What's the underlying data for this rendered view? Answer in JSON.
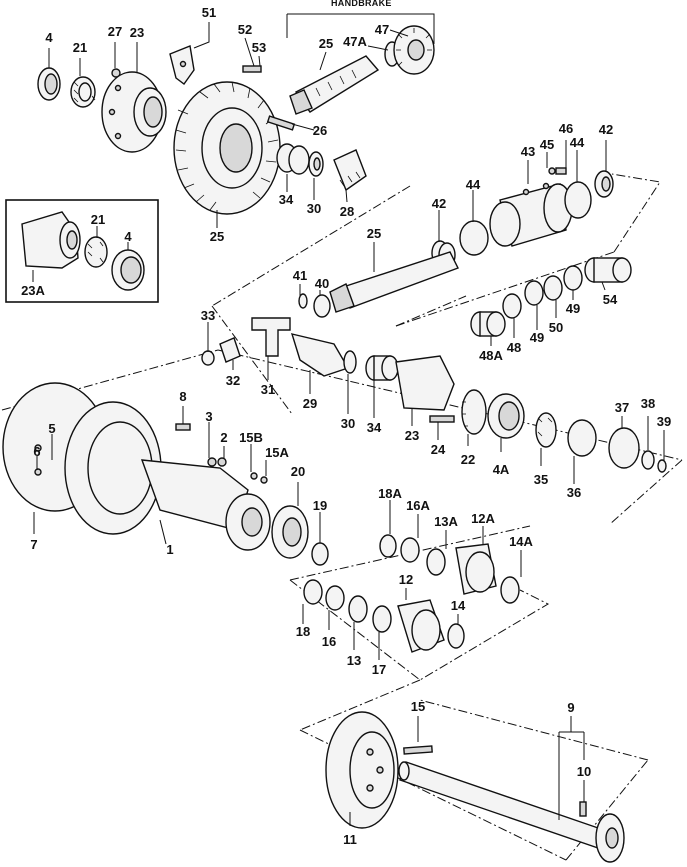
{
  "diagram": {
    "heading": "HANDBRAKE",
    "callouts": [
      {
        "id": "c-4a-top",
        "label": "4"
      },
      {
        "id": "c-21-top",
        "label": "21"
      },
      {
        "id": "c-27",
        "label": "27"
      },
      {
        "id": "c-23",
        "label": "23"
      },
      {
        "id": "c-51",
        "label": "51"
      },
      {
        "id": "c-52",
        "label": "52"
      },
      {
        "id": "c-53",
        "label": "53"
      },
      {
        "id": "c-25-top",
        "label": "25"
      },
      {
        "id": "c-47a",
        "label": "47A"
      },
      {
        "id": "c-47",
        "label": "47"
      },
      {
        "id": "c-26",
        "label": "26"
      },
      {
        "id": "c-34-top",
        "label": "34"
      },
      {
        "id": "c-30-top",
        "label": "30"
      },
      {
        "id": "c-28",
        "label": "28"
      },
      {
        "id": "c-25-ring",
        "label": "25"
      },
      {
        "id": "c-21-inset",
        "label": "21"
      },
      {
        "id": "c-4-inset",
        "label": "4"
      },
      {
        "id": "c-23a",
        "label": "23A"
      },
      {
        "id": "c-43",
        "label": "43"
      },
      {
        "id": "c-45",
        "label": "45"
      },
      {
        "id": "c-46",
        "label": "46"
      },
      {
        "id": "c-44-right",
        "label": "44"
      },
      {
        "id": "c-42-right",
        "label": "42"
      },
      {
        "id": "c-44-left",
        "label": "44"
      },
      {
        "id": "c-42-left",
        "label": "42"
      },
      {
        "id": "c-25-shaft",
        "label": "25"
      },
      {
        "id": "c-41",
        "label": "41"
      },
      {
        "id": "c-40",
        "label": "40"
      },
      {
        "id": "c-33",
        "label": "33"
      },
      {
        "id": "c-32",
        "label": "32"
      },
      {
        "id": "c-31",
        "label": "31"
      },
      {
        "id": "c-29",
        "label": "29"
      },
      {
        "id": "c-30-mid",
        "label": "30"
      },
      {
        "id": "c-34-mid",
        "label": "34"
      },
      {
        "id": "c-23-mid",
        "label": "23"
      },
      {
        "id": "c-24",
        "label": "24"
      },
      {
        "id": "c-22",
        "label": "22"
      },
      {
        "id": "c-4a",
        "label": "4A"
      },
      {
        "id": "c-35",
        "label": "35"
      },
      {
        "id": "c-36",
        "label": "36"
      },
      {
        "id": "c-37",
        "label": "37"
      },
      {
        "id": "c-38",
        "label": "38"
      },
      {
        "id": "c-39",
        "label": "39"
      },
      {
        "id": "c-54",
        "label": "54"
      },
      {
        "id": "c-50",
        "label": "50"
      },
      {
        "id": "c-49-right",
        "label": "49"
      },
      {
        "id": "c-49-left",
        "label": "49"
      },
      {
        "id": "c-48",
        "label": "48"
      },
      {
        "id": "c-48a",
        "label": "48A"
      },
      {
        "id": "c-8",
        "label": "8"
      },
      {
        "id": "c-3",
        "label": "3"
      },
      {
        "id": "c-2",
        "label": "2"
      },
      {
        "id": "c-15b",
        "label": "15B"
      },
      {
        "id": "c-15a",
        "label": "15A"
      },
      {
        "id": "c-20",
        "label": "20"
      },
      {
        "id": "c-19",
        "label": "19"
      },
      {
        "id": "c-5",
        "label": "5"
      },
      {
        "id": "c-6",
        "label": "6"
      },
      {
        "id": "c-7",
        "label": "7"
      },
      {
        "id": "c-1",
        "label": "1"
      },
      {
        "id": "c-18a",
        "label": "18A"
      },
      {
        "id": "c-16a",
        "label": "16A"
      },
      {
        "id": "c-13a",
        "label": "13A"
      },
      {
        "id": "c-12a",
        "label": "12A"
      },
      {
        "id": "c-14a",
        "label": "14A"
      },
      {
        "id": "c-12",
        "label": "12"
      },
      {
        "id": "c-14",
        "label": "14"
      },
      {
        "id": "c-18",
        "label": "18"
      },
      {
        "id": "c-16",
        "label": "16"
      },
      {
        "id": "c-13",
        "label": "13"
      },
      {
        "id": "c-17",
        "label": "17"
      },
      {
        "id": "c-15",
        "label": "15"
      },
      {
        "id": "c-9",
        "label": "9"
      },
      {
        "id": "c-10",
        "label": "10"
      },
      {
        "id": "c-11",
        "label": "11"
      }
    ]
  }
}
